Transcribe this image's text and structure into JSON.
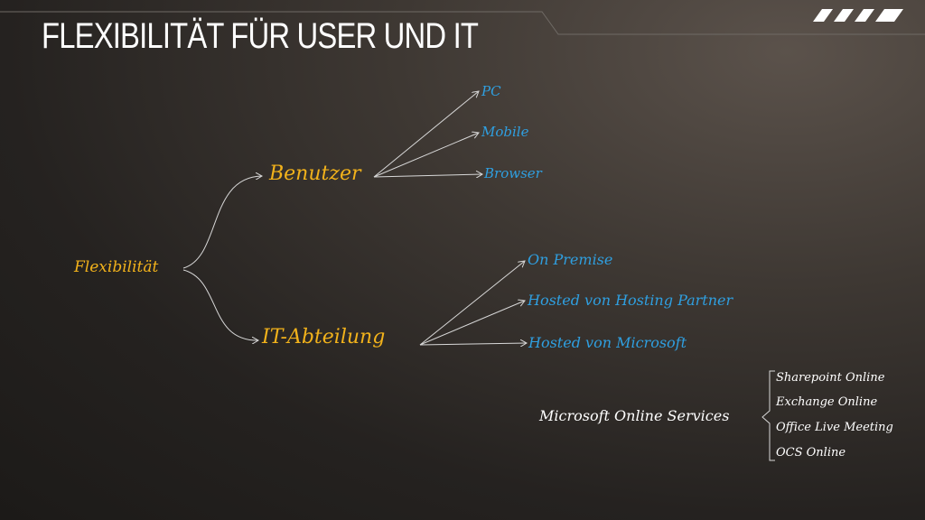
{
  "title": "FLEXIBILITÄT FÜR USER UND IT",
  "root": "Flexibilität",
  "branches": {
    "benutzer": {
      "label": "Benutzer",
      "children": [
        "PC",
        "Mobile",
        "Browser"
      ]
    },
    "it": {
      "label": "IT-Abteilung",
      "children": [
        "On Premise",
        "Hosted von Hosting Partner",
        "Hosted von Microsoft"
      ]
    }
  },
  "services": {
    "label": "Microsoft Online Services",
    "items": [
      "Sharepoint Online",
      "Exchange Online",
      "Office Live Meeting",
      "OCS Online"
    ]
  },
  "colors": {
    "branch": "#f2b21b",
    "leaf": "#2f9fe0",
    "title": "#ffffff"
  }
}
